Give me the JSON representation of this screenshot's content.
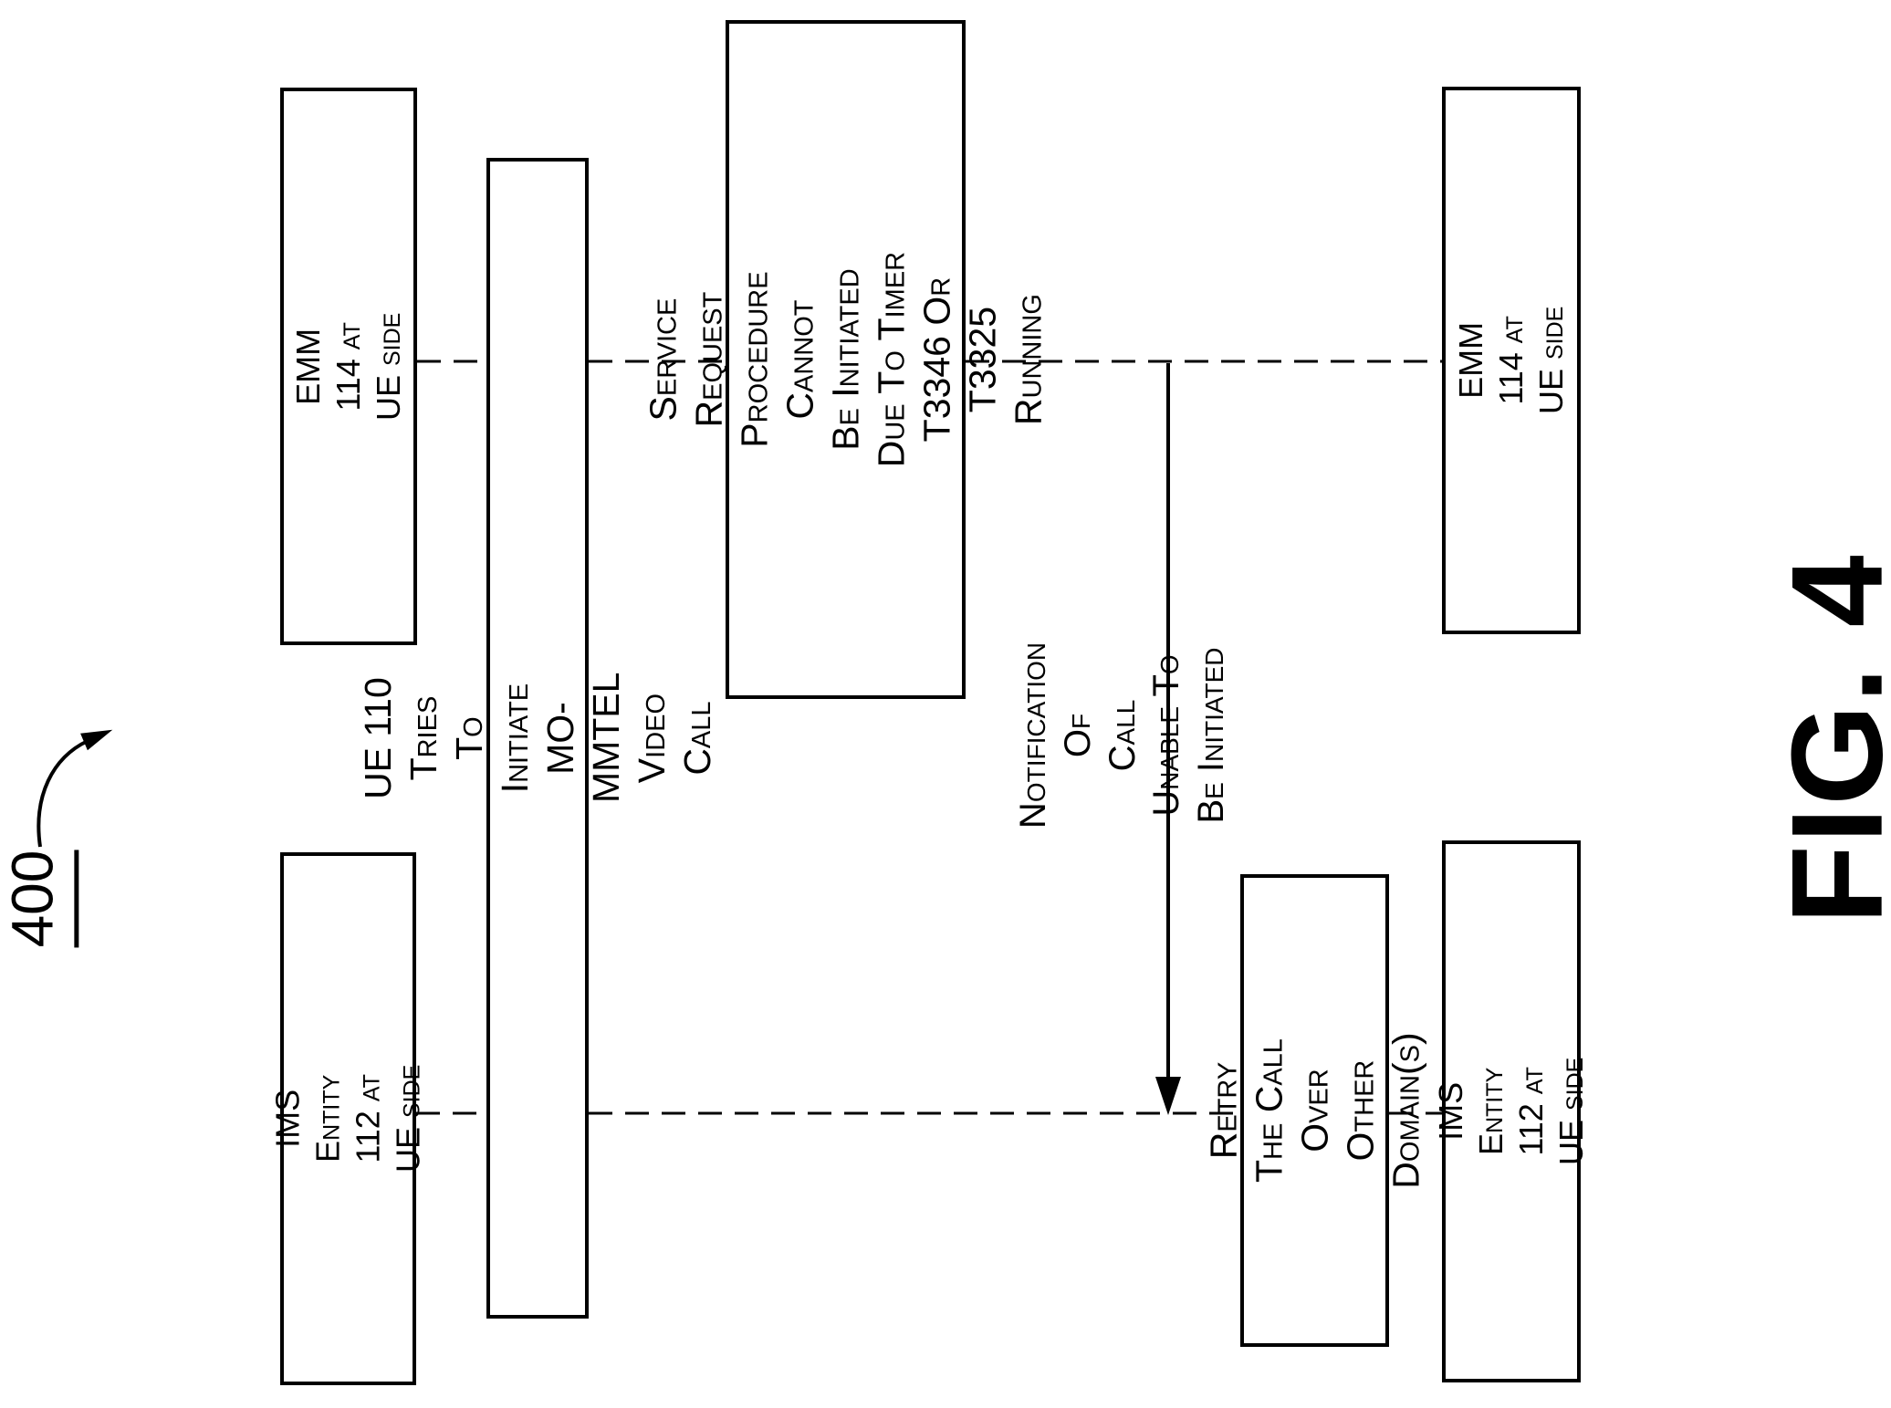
{
  "figure": {
    "caption": "FIG. 4",
    "reference_number": "400"
  },
  "boxes": {
    "emm_left": "EMM 114 at UE side",
    "emm_right": "EMM 114 at UE side",
    "ims_left": "IMS Entity 112 at UE side",
    "ims_right": "IMS Entity 112 at UE side",
    "ue_action": "UE 110 Tries To Initiate MO-MMTEL Video Call",
    "service_event": "Service Request Procedure Cannot\nBe Initiated Due To Timer T3346 Or\nT3325 Running",
    "retry_action": "Retry The Call Over\nOther Domain(s)"
  },
  "messages": {
    "notification": "Notification Of\nCall Unable To Be Initiated"
  },
  "lifelines": {
    "emm": "EMM lifeline (dashed)",
    "ims": "IMS lifeline (dashed)"
  },
  "colors": {
    "ink": "#000000",
    "background": "#ffffff"
  }
}
